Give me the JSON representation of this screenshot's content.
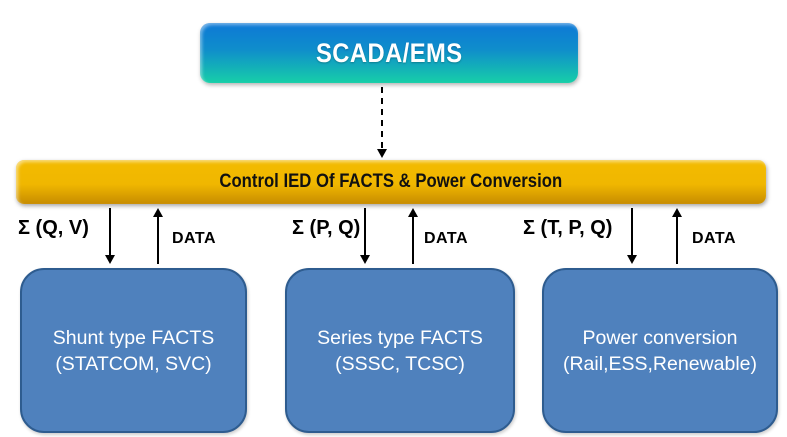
{
  "scada": {
    "label": "SCADA/EMS"
  },
  "control_bar": {
    "label": "Control IED Of FACTS & Power Conversion"
  },
  "links": [
    {
      "signal": "Σ (Q, V)",
      "data_label": "DATA"
    },
    {
      "signal": "Σ (P, Q)",
      "data_label": "DATA"
    },
    {
      "signal": "Σ (T, P, Q)",
      "data_label": "DATA"
    }
  ],
  "devices": [
    {
      "line1": "Shunt type FACTS",
      "line2": "(STATCOM, SVC)"
    },
    {
      "line1": "Series type FACTS",
      "line2": "(SSSC, TCSC)"
    },
    {
      "line1": "Power conversion",
      "line2": "(Rail,ESS,Renewable)"
    }
  ],
  "colors": {
    "scada_top": "#0d78d6",
    "scada_bottom": "#17cfa8",
    "bar_top": "#f3bb00",
    "bar_bottom": "#c78c00",
    "device_fill": "#4f81bd",
    "device_border": "#2e5c8f",
    "arrow": "#000000"
  }
}
